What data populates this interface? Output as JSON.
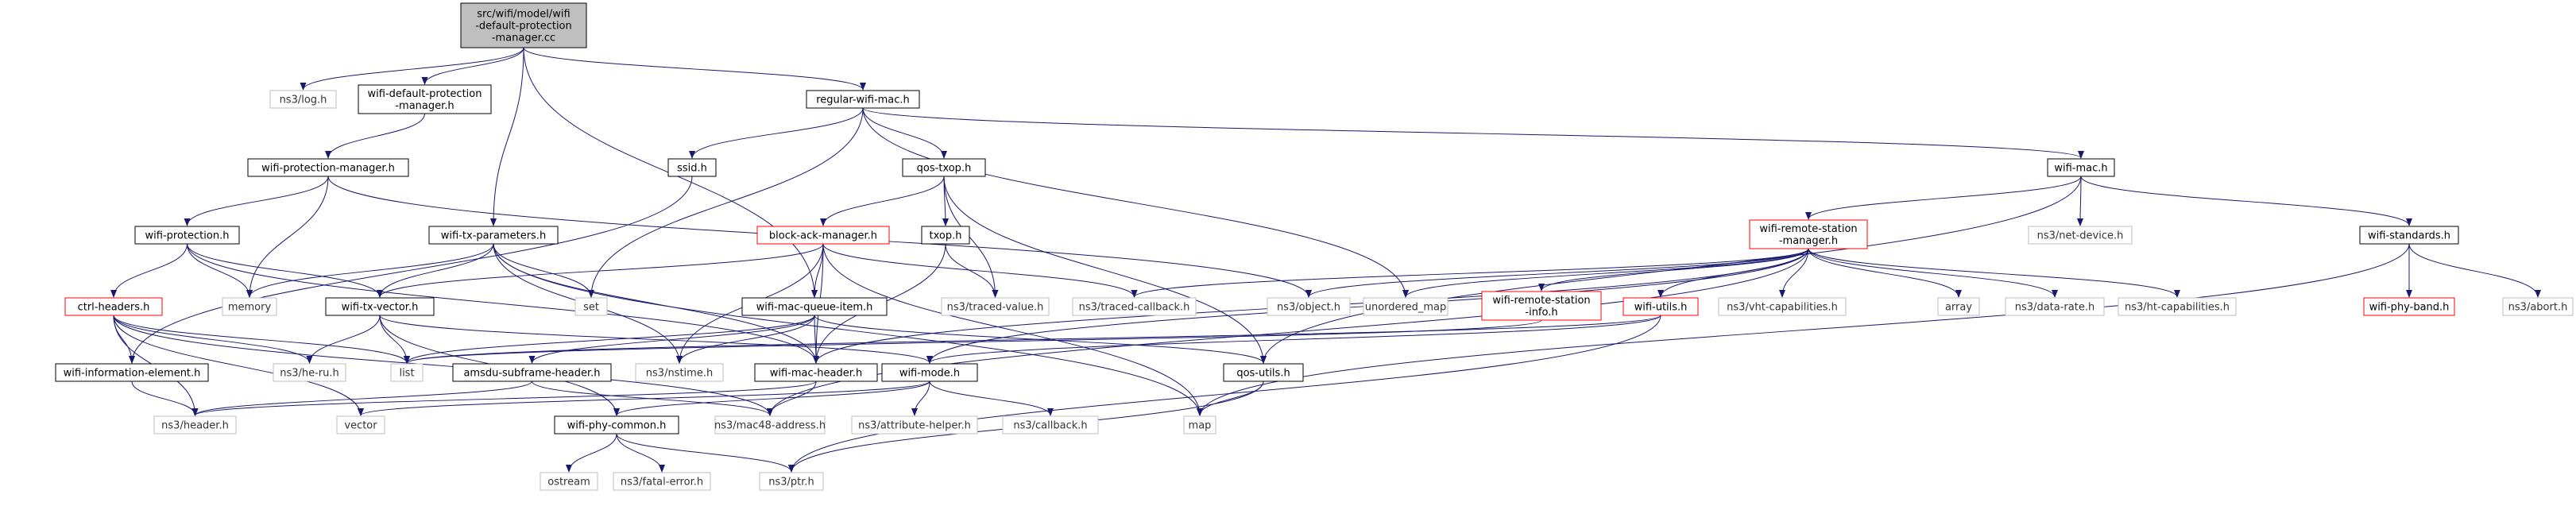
{
  "colors": {
    "edge": "#191970",
    "border_black": "#000000",
    "border_red": "#ff0000",
    "border_grey": "#bfbfbf",
    "root_fill": "#bfbfbf",
    "fill": "#ffffff"
  },
  "nodes": [
    {
      "id": "root",
      "label": "src/wifi/model/wifi\n-default-protection\n-manager.cc",
      "style": "root"
    },
    {
      "id": "log",
      "label": "ns3/log.h",
      "style": "grey"
    },
    {
      "id": "wdpm",
      "label": "wifi-default-protection\n-manager.h",
      "style": "black"
    },
    {
      "id": "wpm",
      "label": "wifi-protection-manager.h",
      "style": "black"
    },
    {
      "id": "wprot",
      "label": "wifi-protection.h",
      "style": "black"
    },
    {
      "id": "ctrl",
      "label": "ctrl-headers.h",
      "style": "red"
    },
    {
      "id": "wie",
      "label": "wifi-information-element.h",
      "style": "black"
    },
    {
      "id": "header",
      "label": "ns3/header.h",
      "style": "grey"
    },
    {
      "id": "vector",
      "label": "vector",
      "style": "grey"
    },
    {
      "id": "heru",
      "label": "ns3/he-ru.h",
      "style": "grey"
    },
    {
      "id": "memory",
      "label": "memory",
      "style": "grey"
    },
    {
      "id": "wtxp",
      "label": "wifi-tx-parameters.h",
      "style": "black"
    },
    {
      "id": "wtxv",
      "label": "wifi-tx-vector.h",
      "style": "black"
    },
    {
      "id": "list",
      "label": "list",
      "style": "grey"
    },
    {
      "id": "set",
      "label": "set",
      "style": "grey"
    },
    {
      "id": "amsdu",
      "label": "amsdu-subframe-header.h",
      "style": "black"
    },
    {
      "id": "nstime",
      "label": "ns3/nstime.h",
      "style": "grey"
    },
    {
      "id": "wphyc",
      "label": "wifi-phy-common.h",
      "style": "black"
    },
    {
      "id": "ostream",
      "label": "ostream",
      "style": "grey"
    },
    {
      "id": "fatal",
      "label": "ns3/fatal-error.h",
      "style": "grey"
    },
    {
      "id": "ptr",
      "label": "ns3/ptr.h",
      "style": "grey"
    },
    {
      "id": "mac48",
      "label": "ns3/mac48-address.h",
      "style": "grey"
    },
    {
      "id": "attr",
      "label": "ns3/attribute-helper.h",
      "style": "grey"
    },
    {
      "id": "callback",
      "label": "ns3/callback.h",
      "style": "grey"
    },
    {
      "id": "wmode",
      "label": "wifi-mode.h",
      "style": "black"
    },
    {
      "id": "wmh",
      "label": "wifi-mac-header.h",
      "style": "black"
    },
    {
      "id": "map",
      "label": "map",
      "style": "grey"
    },
    {
      "id": "qosu",
      "label": "qos-utils.h",
      "style": "black"
    },
    {
      "id": "rwm",
      "label": "regular-wifi-mac.h",
      "style": "black"
    },
    {
      "id": "ssid",
      "label": "ssid.h",
      "style": "black"
    },
    {
      "id": "qost",
      "label": "qos-txop.h",
      "style": "black"
    },
    {
      "id": "bam",
      "label": "block-ack-manager.h",
      "style": "red"
    },
    {
      "id": "txop",
      "label": "txop.h",
      "style": "black"
    },
    {
      "id": "wmqi",
      "label": "wifi-mac-queue-item.h",
      "style": "black"
    },
    {
      "id": "tval",
      "label": "ns3/traced-value.h",
      "style": "grey"
    },
    {
      "id": "tcb",
      "label": "ns3/traced-callback.h",
      "style": "grey"
    },
    {
      "id": "obj",
      "label": "ns3/object.h",
      "style": "grey"
    },
    {
      "id": "umap",
      "label": "unordered_map",
      "style": "grey"
    },
    {
      "id": "wmac",
      "label": "wifi-mac.h",
      "style": "black"
    },
    {
      "id": "wrsm",
      "label": "wifi-remote-station\n-manager.h",
      "style": "red"
    },
    {
      "id": "wrsi",
      "label": "wifi-remote-station\n-info.h",
      "style": "red"
    },
    {
      "id": "wutil",
      "label": "wifi-utils.h",
      "style": "red"
    },
    {
      "id": "vht",
      "label": "ns3/vht-capabilities.h",
      "style": "grey"
    },
    {
      "id": "array",
      "label": "array",
      "style": "grey"
    },
    {
      "id": "drate",
      "label": "ns3/data-rate.h",
      "style": "grey"
    },
    {
      "id": "htcap",
      "label": "ns3/ht-capabilities.h",
      "style": "grey"
    },
    {
      "id": "netdev",
      "label": "ns3/net-device.h",
      "style": "grey"
    },
    {
      "id": "wstd",
      "label": "wifi-standards.h",
      "style": "black"
    },
    {
      "id": "wpb",
      "label": "wifi-phy-band.h",
      "style": "red"
    },
    {
      "id": "abort",
      "label": "ns3/abort.h",
      "style": "grey"
    }
  ],
  "edges": [
    [
      "root",
      "log"
    ],
    [
      "root",
      "wdpm"
    ],
    [
      "root",
      "wtxp"
    ],
    [
      "root",
      "wmqi"
    ],
    [
      "root",
      "rwm"
    ],
    [
      "wdpm",
      "wpm"
    ],
    [
      "wpm",
      "wprot"
    ],
    [
      "wpm",
      "memory"
    ],
    [
      "wpm",
      "obj"
    ],
    [
      "wprot",
      "ctrl"
    ],
    [
      "wprot",
      "memory"
    ],
    [
      "wprot",
      "wtxv"
    ],
    [
      "wprot",
      "wmh"
    ],
    [
      "ctrl",
      "wie"
    ],
    [
      "ctrl",
      "header"
    ],
    [
      "ctrl",
      "vector"
    ],
    [
      "ctrl",
      "heru"
    ],
    [
      "ctrl",
      "list"
    ],
    [
      "ctrl",
      "mac48"
    ],
    [
      "wie",
      "header"
    ],
    [
      "wtxp",
      "wtxv"
    ],
    [
      "wtxp",
      "memory"
    ],
    [
      "wtxp",
      "set"
    ],
    [
      "wtxp",
      "nstime"
    ],
    [
      "wtxp",
      "wmh"
    ],
    [
      "wtxp",
      "map"
    ],
    [
      "wtxv",
      "list"
    ],
    [
      "wtxv",
      "heru"
    ],
    [
      "wtxv",
      "wphyc"
    ],
    [
      "wtxv",
      "wmode"
    ],
    [
      "amsdu",
      "header"
    ],
    [
      "amsdu",
      "mac48"
    ],
    [
      "wphyc",
      "ostream"
    ],
    [
      "wphyc",
      "fatal"
    ],
    [
      "wphyc",
      "ptr"
    ],
    [
      "wmode",
      "vector"
    ],
    [
      "wmode",
      "attr"
    ],
    [
      "wmode",
      "callback"
    ],
    [
      "wmode",
      "wphyc"
    ],
    [
      "wmh",
      "header"
    ],
    [
      "wmh",
      "mac48"
    ],
    [
      "qosu",
      "map"
    ],
    [
      "qosu",
      "ptr"
    ],
    [
      "rwm",
      "ssid"
    ],
    [
      "rwm",
      "qost"
    ],
    [
      "rwm",
      "wmac"
    ],
    [
      "rwm",
      "set"
    ],
    [
      "rwm",
      "umap"
    ],
    [
      "ssid",
      "wie"
    ],
    [
      "qost",
      "bam"
    ],
    [
      "qost",
      "txop"
    ],
    [
      "qost",
      "tval"
    ],
    [
      "qost",
      "qosu"
    ],
    [
      "bam",
      "wtxv"
    ],
    [
      "bam",
      "wmqi"
    ],
    [
      "bam",
      "wmh"
    ],
    [
      "bam",
      "nstime"
    ],
    [
      "bam",
      "tcb"
    ],
    [
      "bam",
      "map"
    ],
    [
      "txop",
      "tval"
    ],
    [
      "txop",
      "wmh"
    ],
    [
      "wmqi",
      "amsdu"
    ],
    [
      "wmqi",
      "wmh"
    ],
    [
      "wmqi",
      "nstime"
    ],
    [
      "wmqi",
      "qosu"
    ],
    [
      "wmqi",
      "list"
    ],
    [
      "wmac",
      "wrsm"
    ],
    [
      "wmac",
      "netdev"
    ],
    [
      "wmac",
      "wstd"
    ],
    [
      "wmac",
      "qosu"
    ],
    [
      "wrsm",
      "tcb"
    ],
    [
      "wrsm",
      "obj"
    ],
    [
      "wrsm",
      "umap"
    ],
    [
      "wrsm",
      "wrsi"
    ],
    [
      "wrsm",
      "wutil"
    ],
    [
      "wrsm",
      "vht"
    ],
    [
      "wrsm",
      "array"
    ],
    [
      "wrsm",
      "drate"
    ],
    [
      "wrsm",
      "htcap"
    ],
    [
      "wrsm",
      "wmode"
    ],
    [
      "wrsm",
      "mac48"
    ],
    [
      "wrsm",
      "wmh"
    ],
    [
      "wrsi",
      "list"
    ],
    [
      "wutil",
      "wmode"
    ],
    [
      "wutil",
      "ptr"
    ],
    [
      "wutil",
      "list"
    ],
    [
      "wstd",
      "wpb"
    ],
    [
      "wstd",
      "abort"
    ],
    [
      "wstd",
      "map"
    ]
  ]
}
